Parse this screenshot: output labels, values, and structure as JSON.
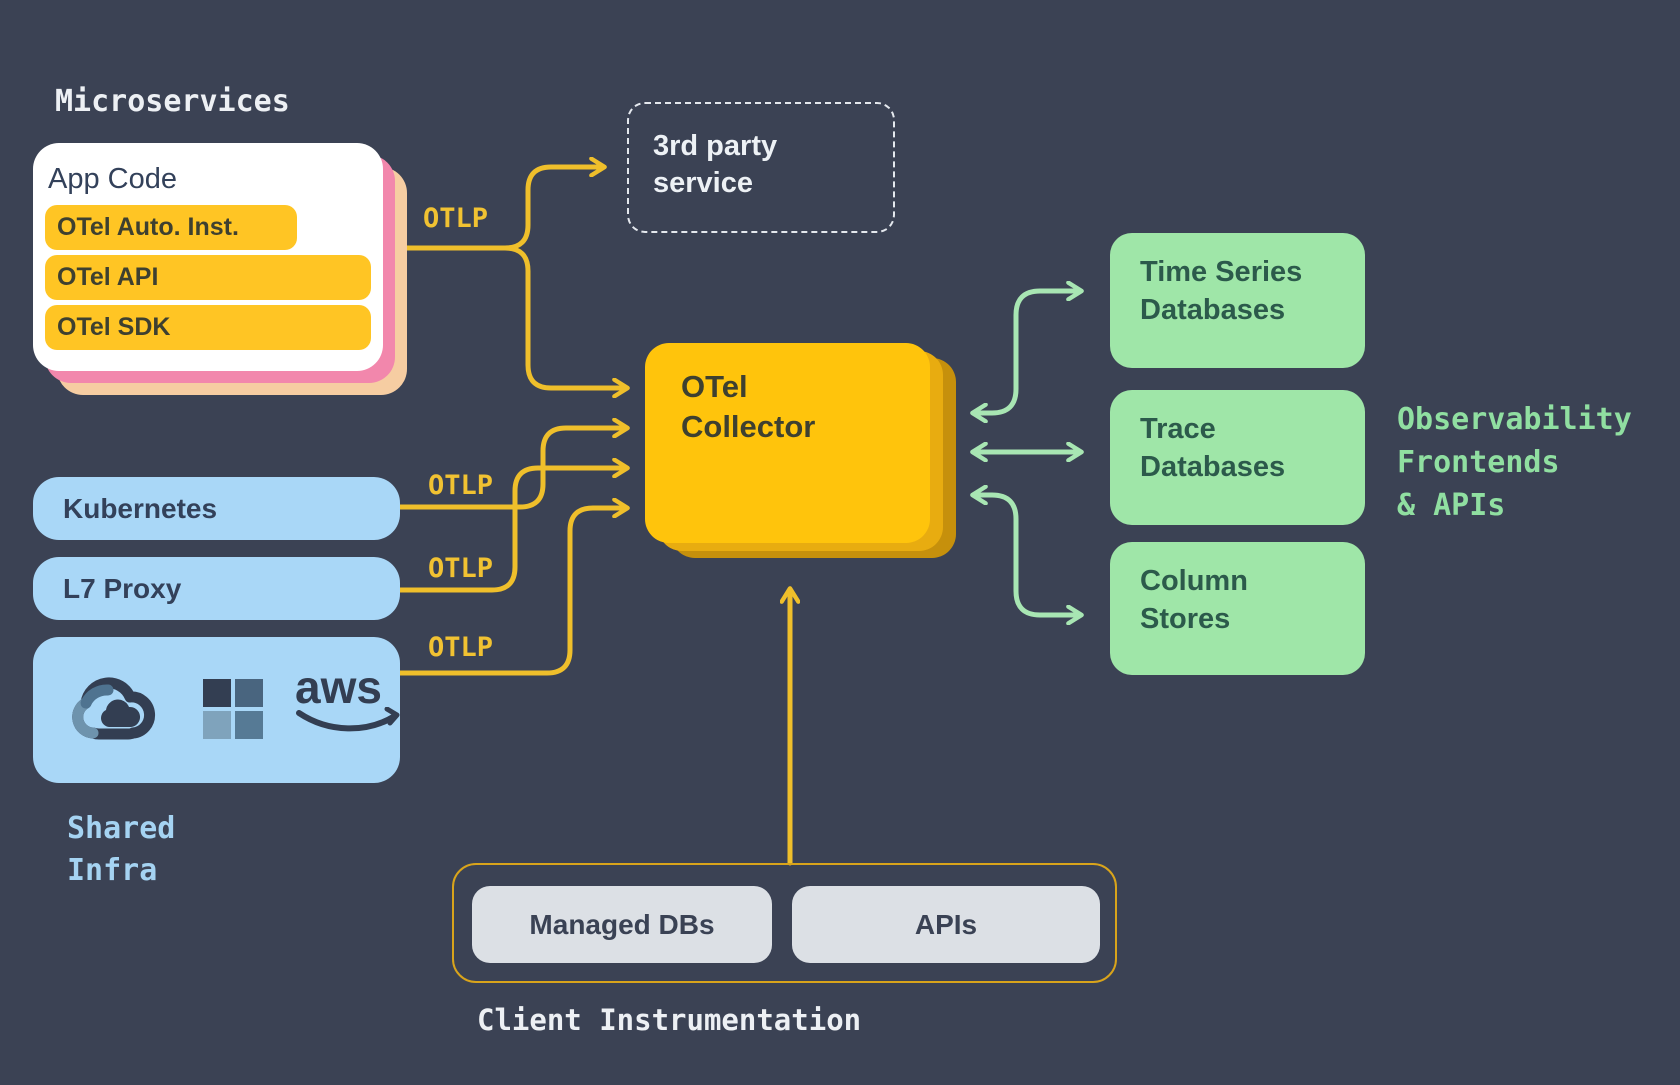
{
  "microservices_label": "Microservices",
  "app_code": {
    "title": "App Code",
    "pills": [
      "OTel Auto. Inst.",
      "OTel API",
      "OTel SDK"
    ]
  },
  "otlp": {
    "app": "OTLP",
    "kubernetes": "OTLP",
    "l7_proxy": "OTLP",
    "cloud": "OTLP"
  },
  "third_party_service": {
    "line1": "3rd party",
    "line2": "service"
  },
  "otel_collector": {
    "line1": "OTel",
    "line2": "Collector"
  },
  "infrastructure": {
    "kubernetes": "Kubernetes",
    "l7_proxy": "L7 Proxy",
    "aws_logo_text": "aws",
    "cloud_logos": [
      "google-cloud-icon",
      "microsoft-icon",
      "aws-icon"
    ],
    "shared_infra": {
      "line1": "Shared",
      "line2": "Infra"
    }
  },
  "storage": {
    "time_series": {
      "line1": "Time Series",
      "line2": "Databases"
    },
    "trace": {
      "line1": "Trace",
      "line2": "Databases"
    },
    "column": {
      "line1": "Column",
      "line2": "Stores"
    }
  },
  "observability": {
    "line1": "Observability",
    "line2": "Frontends",
    "line3": "& APIs"
  },
  "client_instrumentation": {
    "managed_dbs": "Managed DBs",
    "apis": "APIs",
    "caption": "Client Instrumentation"
  },
  "colors": {
    "background": "#3B4254",
    "line_yellow": "#EFBF2B",
    "collector_yellow": "#FFC40C",
    "collector_shadow1": "#E8AC10",
    "collector_shadow2": "#C6900C",
    "pill_yellow": "#FFC524",
    "arrow_green": "#A8E6B3",
    "green_box": "#9FE6A8",
    "green_text": "#2C5A4B",
    "blue_box": "#A9D7F7",
    "blue_label": "#A5D3F2",
    "pink_layer": "#F287AC",
    "peach_layer": "#F6CDA2",
    "gray_box": "#DCE0E5",
    "white_text": "#EDF0F4",
    "yellow_label": "#F1C232",
    "green_label": "#90DFA1"
  }
}
